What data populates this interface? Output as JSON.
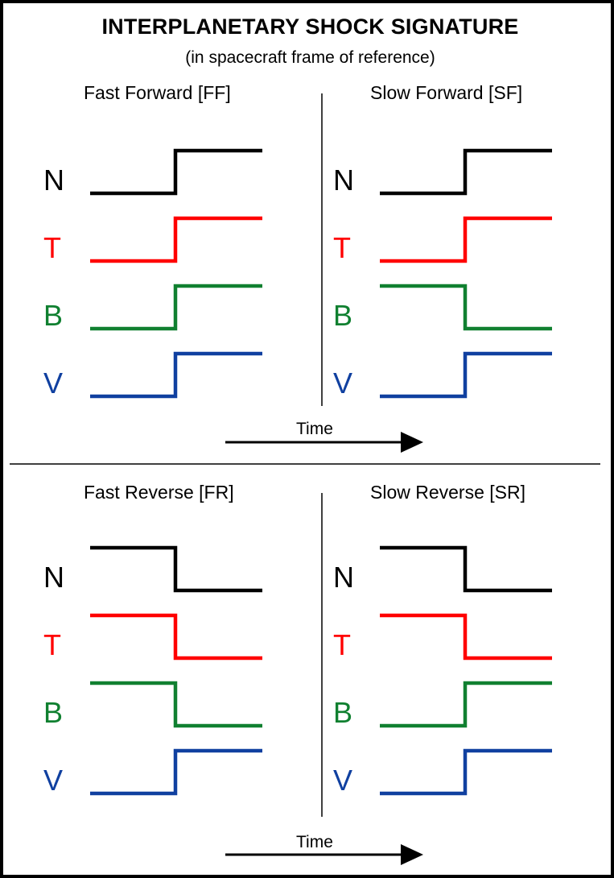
{
  "title": "INTERPLANETARY SHOCK SIGNATURE",
  "subtitle": "(in spacecraft frame of reference)",
  "time_label": "Time",
  "variables": [
    {
      "key": "N",
      "color": "#000000"
    },
    {
      "key": "T",
      "color": "#ff0000"
    },
    {
      "key": "B",
      "color": "#108030"
    },
    {
      "key": "V",
      "color": "#1040a0"
    }
  ],
  "panels": [
    {
      "id": "ff",
      "title": "Fast Forward [FF]",
      "steps": {
        "N": "up",
        "T": "up",
        "B": "up",
        "V": "up"
      }
    },
    {
      "id": "sf",
      "title": "Slow Forward [SF]",
      "steps": {
        "N": "up",
        "T": "up",
        "B": "down",
        "V": "up"
      }
    },
    {
      "id": "fr",
      "title": "Fast Reverse [FR]",
      "steps": {
        "N": "down",
        "T": "down",
        "B": "down",
        "V": "up"
      }
    },
    {
      "id": "sr",
      "title": "Slow Reverse [SR]",
      "steps": {
        "N": "down",
        "T": "down",
        "B": "up",
        "V": "up"
      }
    }
  ]
}
